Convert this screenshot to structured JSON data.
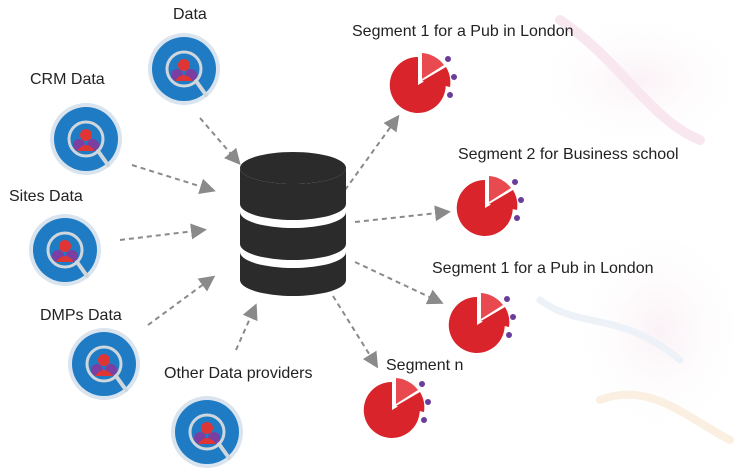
{
  "colors": {
    "source_fill": "#1f7cc4",
    "source_ring": "#d9e4ee",
    "person": "#e03535",
    "person_shadow": "#7a3fa0",
    "magnifier": "#cfd6dc",
    "database": "#2b2b2b",
    "pie": "#d9242b",
    "pie_people": "#6a3d9a",
    "arrow": "#8a8a8a",
    "text": "#222222"
  },
  "sources": [
    {
      "label": "Data",
      "icon": "user-search-icon"
    },
    {
      "label": "CRM Data",
      "icon": "user-search-icon"
    },
    {
      "label": "Sites Data",
      "icon": "user-search-icon"
    },
    {
      "label": "DMPs Data",
      "icon": "user-search-icon"
    },
    {
      "label": "Other Data providers",
      "icon": "user-search-icon"
    }
  ],
  "hub": {
    "icon": "database-icon"
  },
  "segments": [
    {
      "label": "Segment 1 for a Pub in London",
      "icon": "pie-audience-icon"
    },
    {
      "label": "Segment 2 for Business school",
      "icon": "pie-audience-icon"
    },
    {
      "label": "Segment 1 for a Pub in London",
      "icon": "pie-audience-icon"
    },
    {
      "label": "Segment n",
      "icon": "pie-audience-icon"
    }
  ]
}
